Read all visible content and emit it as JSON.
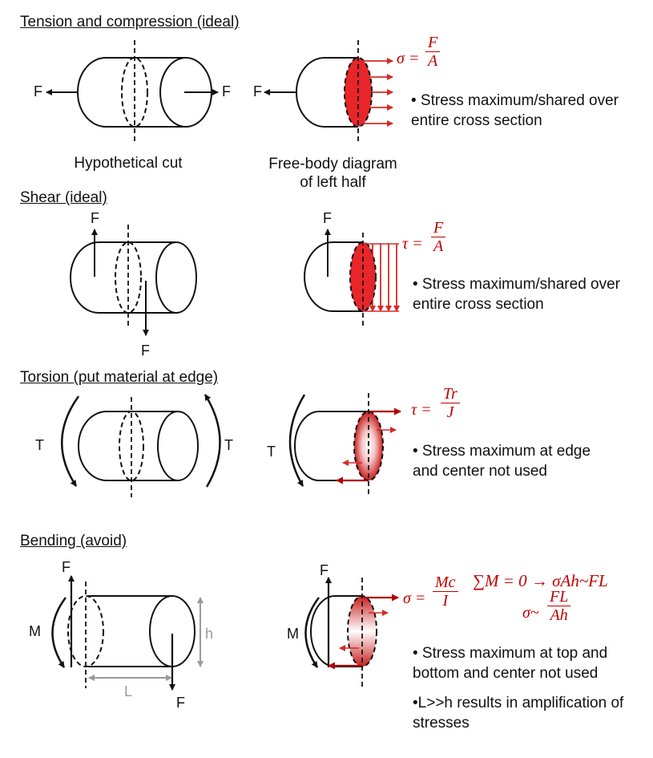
{
  "sections": [
    {
      "heading": "Tension and compression (ideal)"
    },
    {
      "heading": "Shear (ideal)"
    },
    {
      "heading": "Torsion (put material at edge)"
    },
    {
      "heading": "Bending (avoid)"
    }
  ],
  "tension": {
    "force_label": "F",
    "caption_cut": "Hypothetical cut",
    "caption_fbd": "Free-body diagram of left half",
    "formula_lhs": "σ =",
    "formula_num": "F",
    "formula_den": "A",
    "note": "• Stress maximum/shared over entire cross section"
  },
  "shear": {
    "force_label": "F",
    "formula_lhs": "τ =",
    "formula_num": "F",
    "formula_den": "A",
    "note": "• Stress maximum/shared over entire cross section"
  },
  "torsion": {
    "torque_label": "T",
    "formula_lhs": "τ =",
    "formula_num": "Tr",
    "formula_den": "J",
    "note": "• Stress maximum at edge and center not used"
  },
  "bending": {
    "force_label": "F",
    "moment_label": "M",
    "height_label": "h",
    "length_label": "L",
    "formula_lhs": "σ =",
    "formula_num": "Mc",
    "formula_den": "I",
    "equilibrium": "∑M = 0 → σAh~FL",
    "approx_lhs": "σ~",
    "approx_num": "FL",
    "approx_den": "Ah",
    "note1": "• Stress maximum at top and bottom and center not used",
    "note2": "•L>>h results in amplification of stresses"
  },
  "colors": {
    "stress_red": "#e8262a",
    "arrow_red": "#d42a2a",
    "formula_red": "#c00000",
    "dim_gray": "#999999"
  }
}
